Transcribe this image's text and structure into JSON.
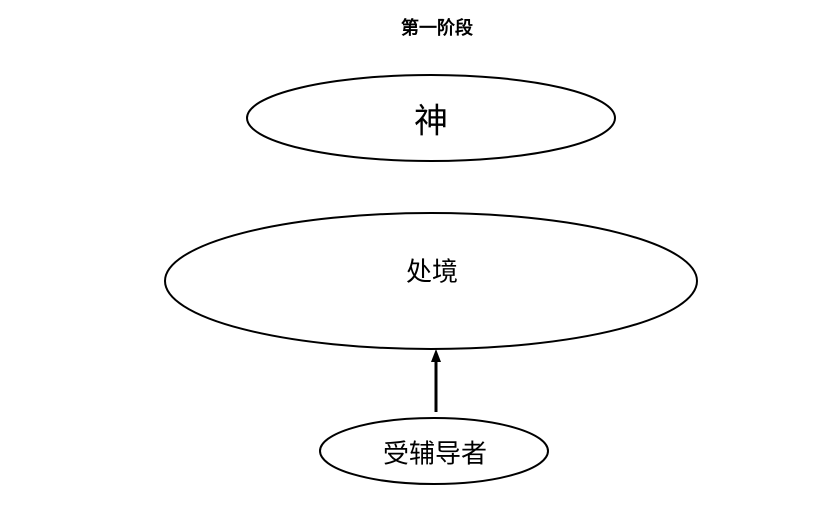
{
  "title": "第一阶段",
  "nodes": {
    "god": "神",
    "situation": "处境",
    "counselee": "受辅导者"
  },
  "edges": [
    {
      "from": "counselee",
      "to": "situation"
    }
  ]
}
